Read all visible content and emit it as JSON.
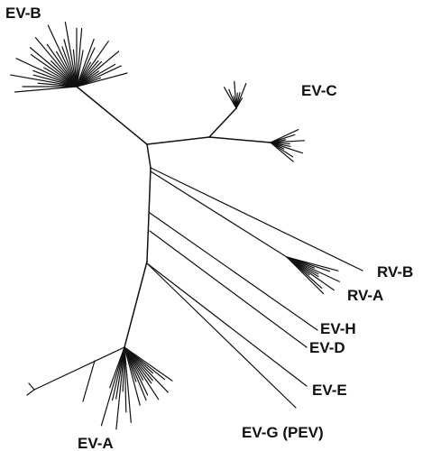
{
  "figure": {
    "clades": [
      {
        "id": "ev-b",
        "label": "EV-B"
      },
      {
        "id": "ev-c",
        "label": "EV-C"
      },
      {
        "id": "rv-b",
        "label": "RV-B"
      },
      {
        "id": "rv-a",
        "label": "RV-A"
      },
      {
        "id": "ev-h",
        "label": "EV-H"
      },
      {
        "id": "ev-d",
        "label": "EV-D"
      },
      {
        "id": "ev-e",
        "label": "EV-E"
      },
      {
        "id": "ev-g",
        "label": "EV-G (PEV)"
      },
      {
        "id": "ev-a",
        "label": "EV-A"
      }
    ]
  },
  "colors": {
    "lines": "#111111",
    "text": "#111111",
    "background": "#ffffff"
  }
}
